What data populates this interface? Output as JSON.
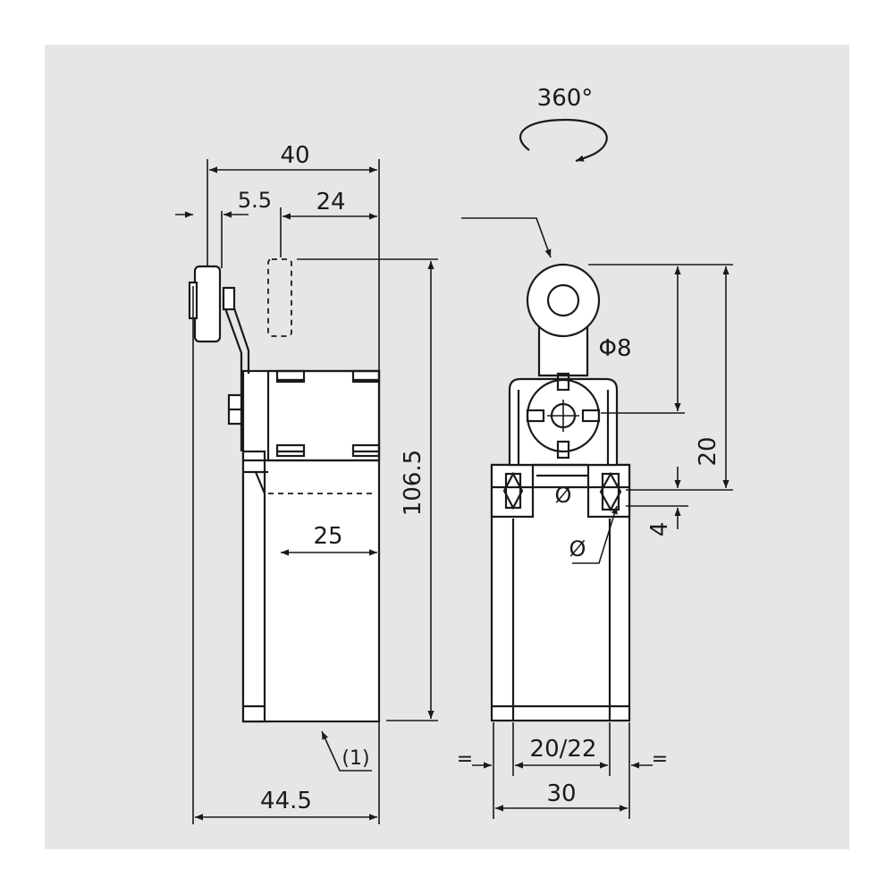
{
  "colors": {
    "background": "#ffffff",
    "panel": "#e6e6e6",
    "ink": "#1a1a1a"
  },
  "side_view": {
    "dim_40": "40",
    "dim_5_5": "5.5",
    "dim_24": "24",
    "dim_106_5": "106.5",
    "dim_25": "25",
    "dim_44_5": "44.5",
    "note_1": "(1)"
  },
  "front_view": {
    "rotation": "360°",
    "dim_phi8": "Φ8",
    "dim_20": "20",
    "dim_4": "4",
    "dim_20_22": "20/22",
    "dim_30": "30",
    "eq_left": "=",
    "eq_right": "=",
    "sym_a": "Ø",
    "sym_b": "Ø"
  }
}
